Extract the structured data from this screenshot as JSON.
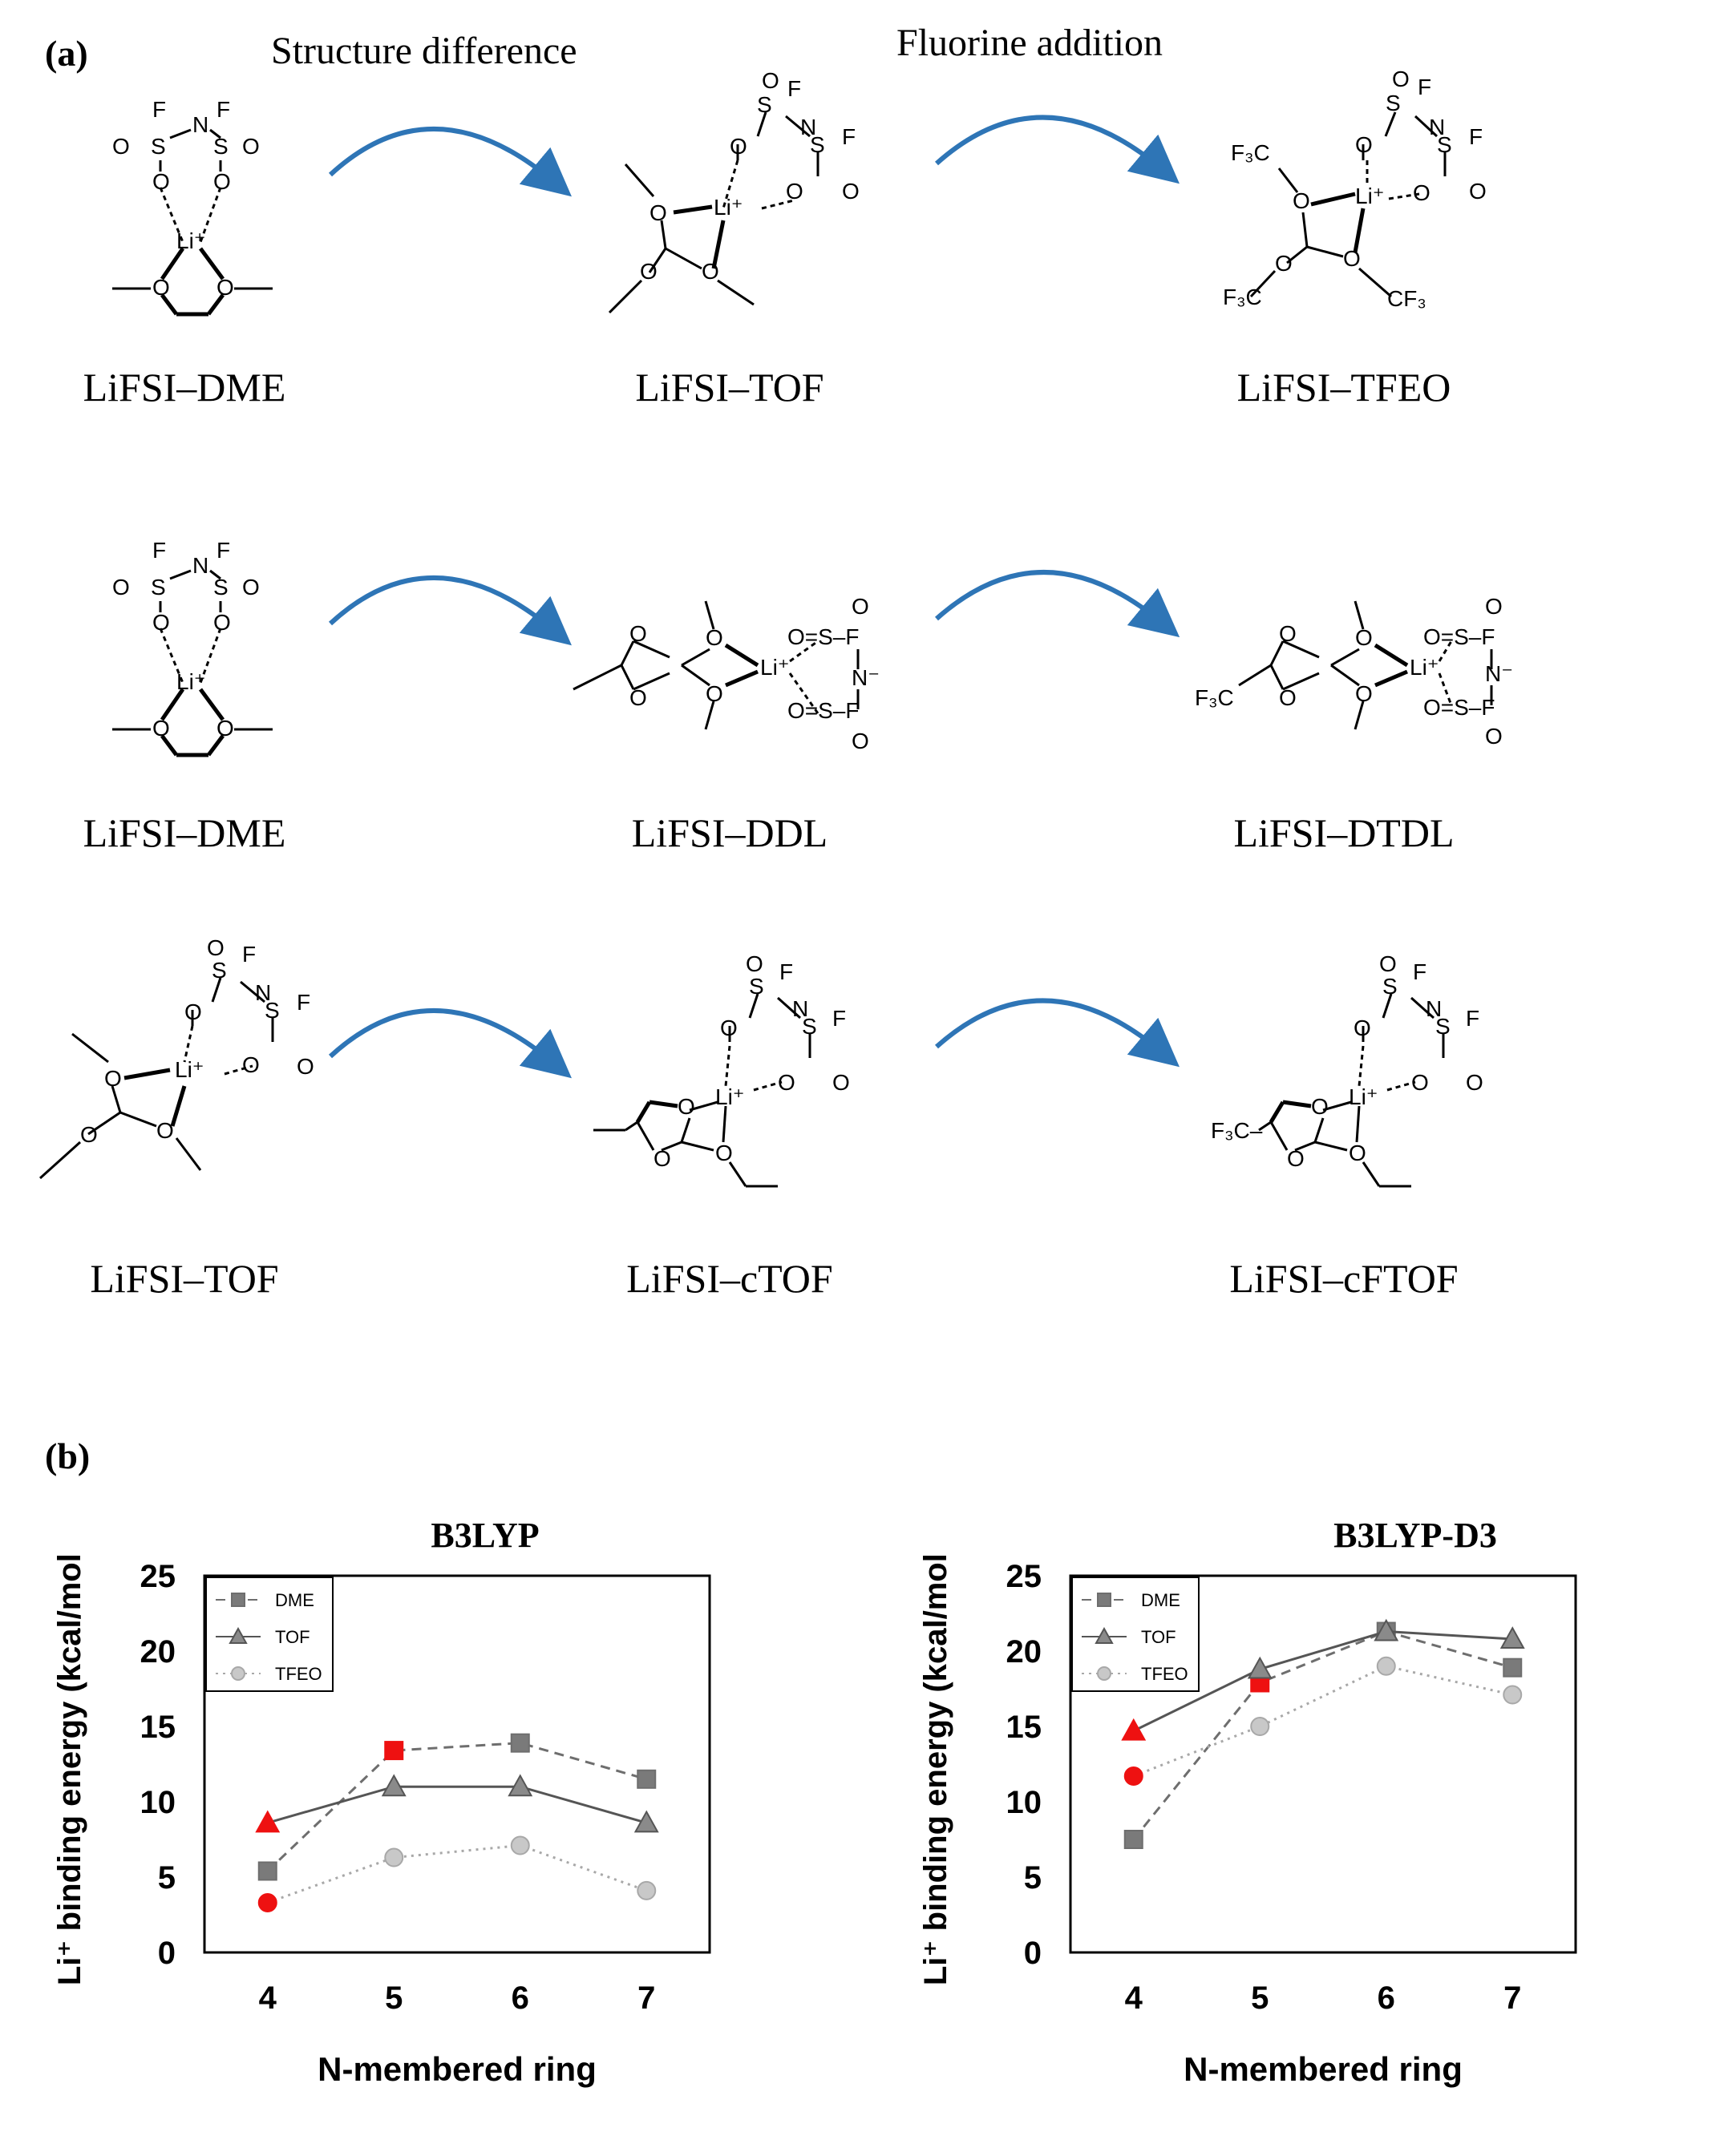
{
  "panel_a": {
    "letter": "(a)",
    "heading_structure": "Structure difference",
    "heading_fluorine": "Fluorine addition",
    "rows": [
      [
        "LiFSI–DME",
        "LiFSI–TOF",
        "LiFSI–TFEO"
      ],
      [
        "LiFSI–DME",
        "LiFSI–DDL",
        "LiFSI–DTDL"
      ],
      [
        "LiFSI–TOF",
        "LiFSI–cTOF",
        "LiFSI–cFTOF"
      ]
    ],
    "arrow_color": "#2e75b6"
  },
  "panel_b": {
    "letter": "(b)"
  },
  "chart_data": [
    {
      "type": "line",
      "title": "B3LYP",
      "xlabel": "N-membered ring",
      "ylabel": "Li⁺ binding  energy (kcal/mol)",
      "x": [
        4,
        5,
        6,
        7
      ],
      "ylim": [
        0,
        25
      ],
      "yticks": [
        0,
        5,
        10,
        15,
        20,
        25
      ],
      "legend_position": "top-left",
      "highlight_color": "#ee1111",
      "series": [
        {
          "name": "DME",
          "values": [
            5.4,
            13.4,
            13.9,
            11.5
          ],
          "marker": "square",
          "style": "dashed",
          "color": "#6e6e6e",
          "highlight": [
            false,
            true,
            false,
            false
          ]
        },
        {
          "name": "TOF",
          "values": [
            8.6,
            11.0,
            11.0,
            8.6
          ],
          "marker": "triangle",
          "style": "solid",
          "color": "#555555",
          "highlight": [
            true,
            false,
            false,
            false
          ]
        },
        {
          "name": "TFEO",
          "values": [
            3.3,
            6.3,
            7.1,
            4.1
          ],
          "marker": "circle",
          "style": "dotted",
          "color": "#a8a8a8",
          "highlight": [
            true,
            false,
            false,
            false
          ]
        }
      ]
    },
    {
      "type": "line",
      "title": "B3LYP-D3",
      "xlabel": "N-membered ring",
      "ylabel": "Li⁺ binding  energy (kcal/mol)",
      "x": [
        4,
        5,
        6,
        7
      ],
      "ylim": [
        0,
        25
      ],
      "yticks": [
        0,
        5,
        10,
        15,
        20,
        25
      ],
      "legend_position": "top-left",
      "highlight_color": "#ee1111",
      "series": [
        {
          "name": "DME",
          "values": [
            7.5,
            17.9,
            21.3,
            18.9
          ],
          "marker": "square",
          "style": "dashed",
          "color": "#6e6e6e",
          "highlight": [
            false,
            true,
            false,
            false
          ]
        },
        {
          "name": "TOF",
          "values": [
            14.7,
            18.8,
            21.3,
            20.8
          ],
          "marker": "triangle",
          "style": "solid",
          "color": "#555555",
          "highlight": [
            true,
            false,
            false,
            false
          ]
        },
        {
          "name": "TFEO",
          "values": [
            11.7,
            15.0,
            19.0,
            17.1
          ],
          "marker": "circle",
          "style": "dotted",
          "color": "#a8a8a8",
          "highlight": [
            true,
            false,
            false,
            false
          ]
        }
      ]
    }
  ]
}
